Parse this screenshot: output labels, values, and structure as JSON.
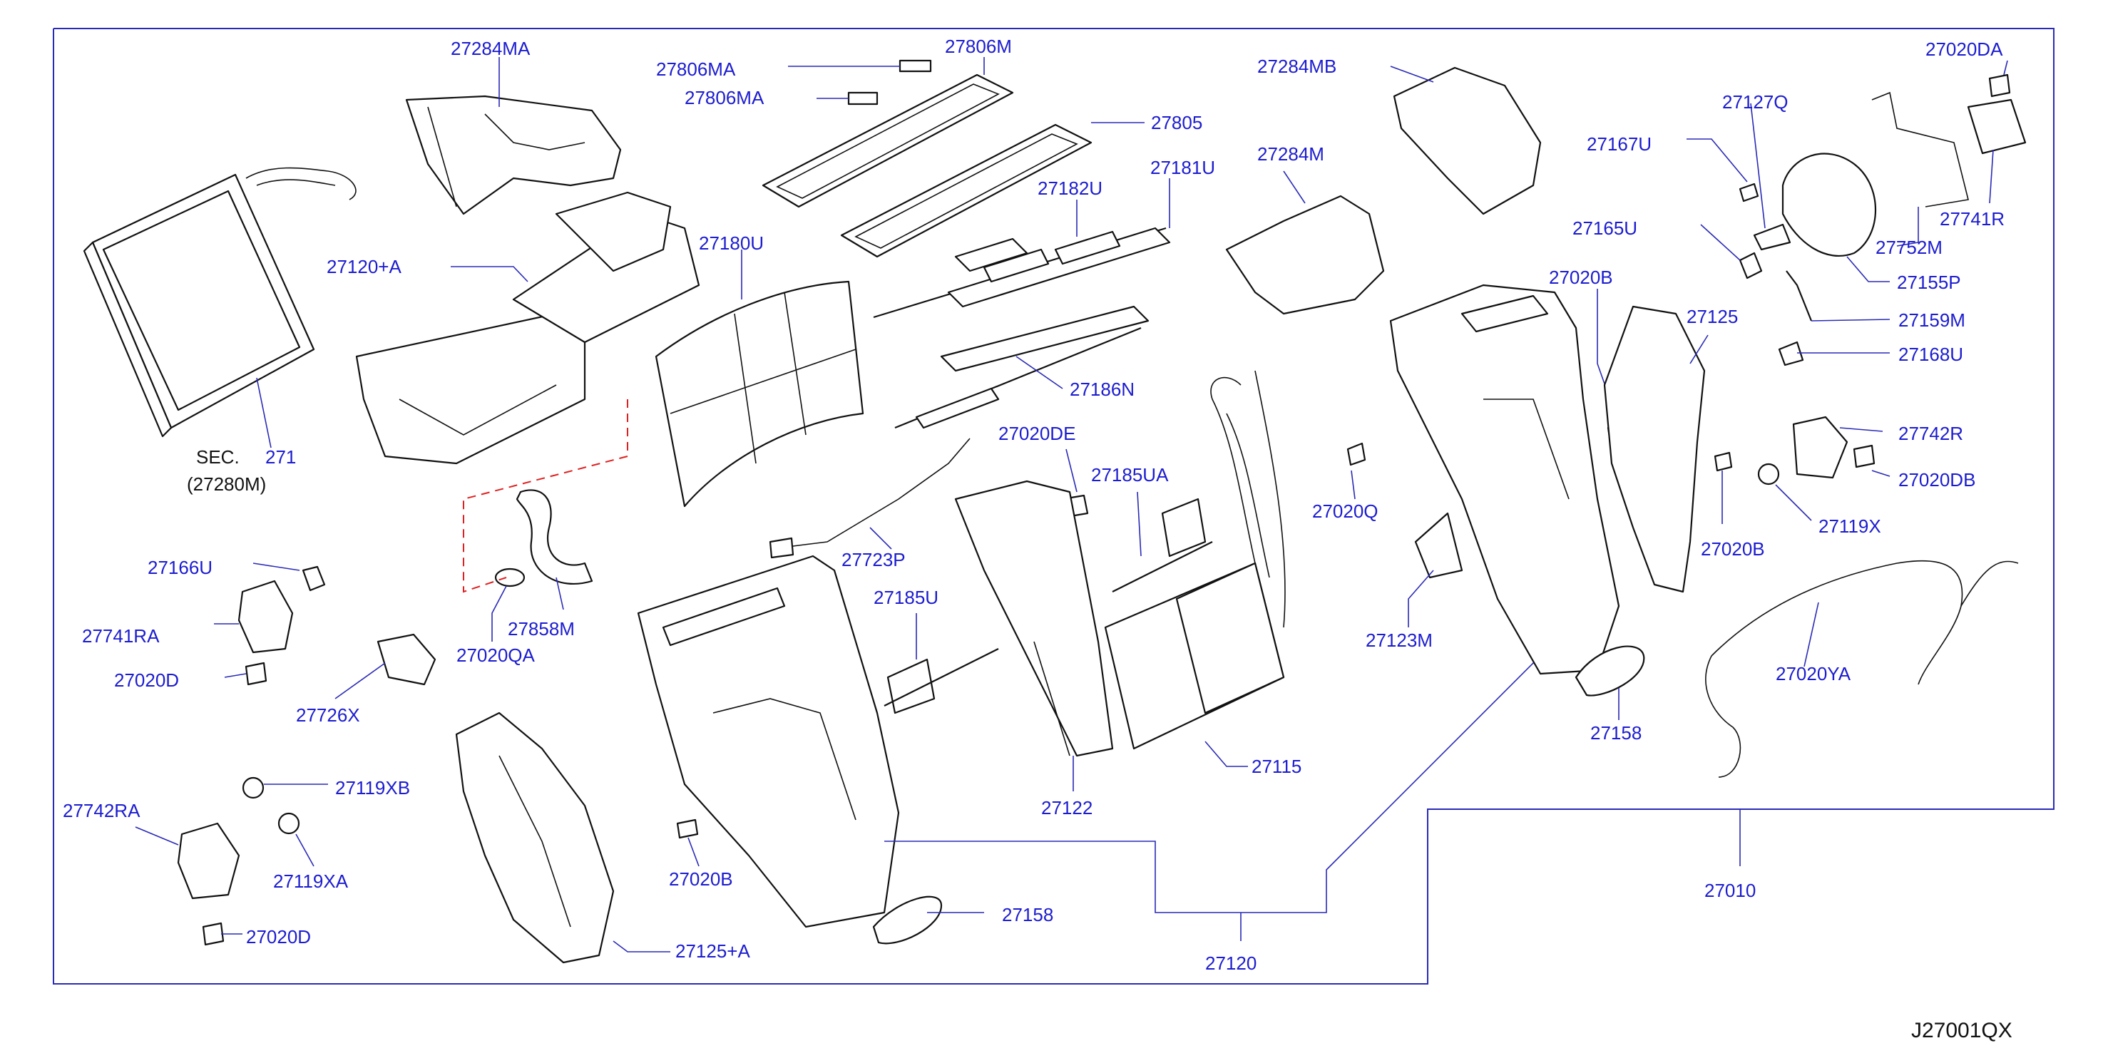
{
  "diagram_code": "J27001QX",
  "sec_ref": {
    "sec": "SEC.",
    "num": "271",
    "sub": "(27280M)"
  },
  "labels": {
    "p27284MA": "27284MA",
    "p27806MA_a": "27806MA",
    "p27806M": "27806M",
    "p27806MA_b": "27806MA",
    "p27805": "27805",
    "p27120A": "27120+A",
    "p27180U": "27180U",
    "p27182U": "27182U",
    "p27181U": "27181U",
    "p27186N": "27186N",
    "p27284MB": "27284MB",
    "p27284M": "27284M",
    "p27020DA": "27020DA",
    "p27127Q": "27127Q",
    "p27167U": "27167U",
    "p27741R": "27741R",
    "p27752M": "27752M",
    "p27165U": "27165U",
    "p27155P": "27155P",
    "p27020B_a": "27020B",
    "p27125": "27125",
    "p27159M": "27159M",
    "p27168U": "27168U",
    "p27742R": "27742R",
    "p27020DB": "27020DB",
    "p27119X": "27119X",
    "p27020Q": "27020Q",
    "p27020B_b": "27020B",
    "p27123M": "27123M",
    "p27020YA": "27020YA",
    "p27158_a": "27158",
    "p27020DE": "27020DE",
    "p27185UA": "27185UA",
    "p27723P": "27723P",
    "p27185U": "27185U",
    "p27166U": "27166U",
    "p27741RA": "27741RA",
    "p27020D_a": "27020D",
    "p27726X": "27726X",
    "p27858M": "27858M",
    "p27020QA": "27020QA",
    "p27742RA": "27742RA",
    "p27119XB": "27119XB",
    "p27119XA": "27119XA",
    "p27020D_b": "27020D",
    "p27020B_c": "27020B",
    "p27122": "27122",
    "p27115": "27115",
    "p27125A": "27125+A",
    "p27158_b": "27158",
    "p27120": "27120",
    "p27010": "27010"
  }
}
